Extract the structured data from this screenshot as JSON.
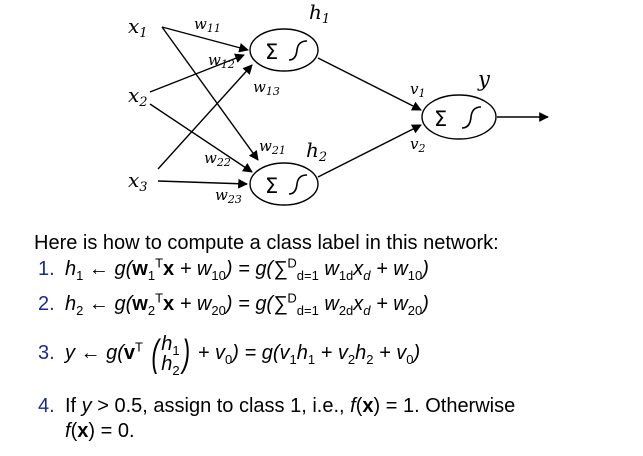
{
  "diagram": {
    "inputs": [
      "x",
      "x",
      "x"
    ],
    "input_subs": [
      "1",
      "2",
      "3"
    ],
    "weights": [
      "w",
      "w",
      "w",
      "w",
      "w",
      "w"
    ],
    "weight_subs": [
      "11",
      "12",
      "13",
      "21",
      "22",
      "23"
    ],
    "hidden": [
      "h",
      "h"
    ],
    "hidden_subs": [
      "1",
      "2"
    ],
    "output_weights": [
      "v",
      "v"
    ],
    "output_weight_subs": [
      "1",
      "2"
    ],
    "output": "y",
    "sum_symbol": "Σ"
  },
  "caption": "Here is how to compute a class label in this network:",
  "steps": {
    "n1": "1.",
    "n2": "2.",
    "n3": "3.",
    "n4": "4.",
    "s4_line1_a": "If ",
    "s4_line1_b": " > 0.5, assign to class 1, i.e., ",
    "s4_line1_c": " = 1. Otherwise",
    "s4_line2": " = 0."
  }
}
